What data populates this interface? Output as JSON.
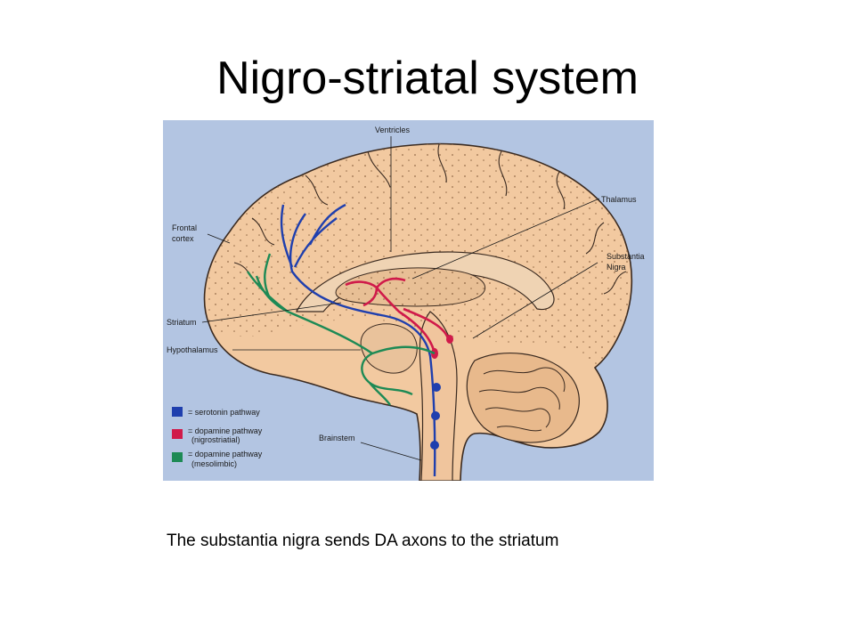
{
  "slide": {
    "title": "Nigro-striatal system",
    "caption": "The substantia nigra sends DA axons to the striatum"
  },
  "figure": {
    "labels": {
      "ventricles": "Ventricles",
      "thalamus": "Thalamus",
      "frontal_cortex_1": "Frontal",
      "frontal_cortex_2": "cortex",
      "substantia_nigra_1": "Substantia",
      "substantia_nigra_2": "Nigra",
      "striatum": "Striatum",
      "hypothalamus": "Hypothalamus",
      "brainstem": "Brainstem"
    },
    "legend": [
      {
        "color": "#1f3fae",
        "line1": "= serotonin pathway",
        "line2": ""
      },
      {
        "color": "#d01a4a",
        "line1": "= dopamine pathway",
        "line2": "(nigrostriatial)"
      },
      {
        "color": "#1d8a55",
        "line1": "= dopamine pathway",
        "line2": "(mesolimbic)"
      }
    ],
    "colors": {
      "background": "#b3c5e2",
      "brain": "#f2c9a0",
      "brain_outline": "#3a2a20",
      "serotonin": "#1f3fae",
      "dopamine_nigrostriatal": "#d01a4a",
      "dopamine_mesolimbic": "#1d8a55"
    }
  }
}
